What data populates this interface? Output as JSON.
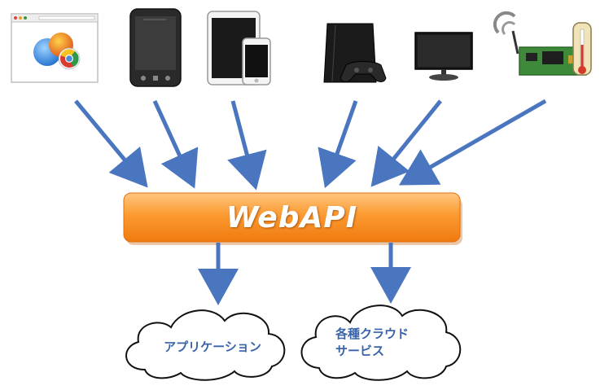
{
  "api": {
    "label": "WebAPI"
  },
  "clouds": {
    "application": {
      "label": "アプリケーション"
    },
    "cloud_services": {
      "line1": "各種クラウド",
      "line2": "サービス"
    }
  },
  "colors": {
    "arrow": "#4a76c0",
    "api_box_top": "#ffb45a",
    "api_box_bottom": "#f07a10",
    "cloud_text": "#3a63a8"
  },
  "devices": [
    {
      "name": "web-browser-icon"
    },
    {
      "name": "smartphone-icon"
    },
    {
      "name": "tablet-and-phone-icon"
    },
    {
      "name": "game-console-icon"
    },
    {
      "name": "monitor-icon"
    },
    {
      "name": "iot-sensor-board-icon"
    }
  ]
}
